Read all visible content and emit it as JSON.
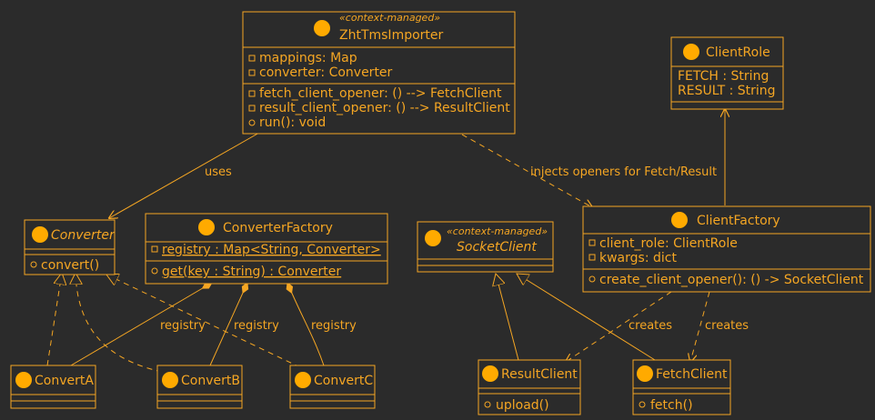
{
  "classes": {
    "zht": {
      "stereotype": "«context-managed»",
      "name": "ZhtTmsImporter",
      "fields": [
        "mappings: Map",
        "converter: Converter"
      ],
      "methods": [
        "fetch_client_opener: () --> FetchClient",
        "result_client_opener: () --> ResultClient",
        "run(): void"
      ]
    },
    "clientrole": {
      "name": "ClientRole",
      "fields": [
        "FETCH : String",
        "RESULT : String"
      ]
    },
    "converter": {
      "name": "Converter",
      "methods": [
        "convert()"
      ]
    },
    "factory": {
      "name": "ConverterFactory",
      "fields": [
        "registry : Map<String, Converter>"
      ],
      "methods": [
        "get(key : String) : Converter"
      ]
    },
    "socket": {
      "stereotype": "«context-managed»",
      "name": "SocketClient"
    },
    "clientfactory": {
      "name": "ClientFactory",
      "fields": [
        "client_role: ClientRole",
        "kwargs: dict"
      ],
      "methods": [
        "create_client_opener(): () -> SocketClient"
      ]
    },
    "converta": {
      "name": "ConvertA"
    },
    "convertb": {
      "name": "ConvertB"
    },
    "convertc": {
      "name": "ConvertC"
    },
    "resultclient": {
      "name": "ResultClient",
      "methods": [
        "upload()"
      ]
    },
    "fetchclient": {
      "name": "FetchClient",
      "methods": [
        "fetch()"
      ]
    }
  },
  "edges": {
    "uses": "uses",
    "injects": "injects openers for Fetch/Result",
    "registry_a": "registry",
    "registry_b": "registry",
    "registry_c": "registry",
    "creates_result": "creates",
    "creates_fetch": "creates"
  },
  "colors": {
    "background": "#2b2b2b",
    "line": "#f5a623",
    "circle": "#ffaa00"
  }
}
